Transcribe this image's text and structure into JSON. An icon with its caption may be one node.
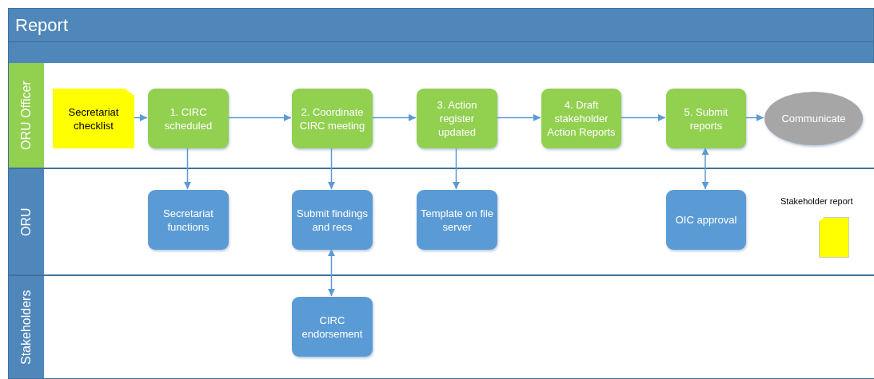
{
  "diagram": {
    "nodes": [
      {
        "text": [
          "Report"
        ]
      },
      {
        "text": [
          "ORU Officer"
        ],
        "in": 0
      },
      {
        "text": [
          "Secretariat checklist"
        ],
        "in": 1
      },
      {
        "text": [
          "1. CIRC scheduled"
        ],
        "in": 1
      },
      {
        "text": [
          "2. Coordinate CIRC meeting"
        ],
        "in": 1
      },
      {
        "text": [
          "3. Action register updated"
        ],
        "in": 1
      },
      {
        "text": [
          "4. Draft stakeholder Action Reports"
        ],
        "in": 1
      },
      {
        "text": [
          "5. Submit reports"
        ],
        "in": 1
      },
      {
        "text": [
          "Communicate"
        ],
        "in": 1
      },
      {
        "text": [
          "ORU"
        ],
        "in": 0
      },
      {
        "text": [
          "Secretariat functions"
        ],
        "in": 9
      },
      {
        "text": [
          "Submit findings and recs"
        ],
        "in": 9
      },
      {
        "text": [
          "Template on file server"
        ],
        "in": 9
      },
      {
        "text": [
          "OIC approval"
        ],
        "in": 9
      },
      {
        "text": [
          "Stakeholders"
        ],
        "in": 0
      },
      {
        "text": [
          "CIRC endorsement"
        ],
        "in": 14
      }
    ],
    "edges": [
      {
        "from": 2,
        "to": 3,
        "arrow": "to"
      },
      {
        "from": 3,
        "to": 4,
        "arrow": "to"
      },
      {
        "from": 4,
        "to": 5,
        "arrow": "to"
      },
      {
        "from": 5,
        "to": 6,
        "arrow": "to"
      },
      {
        "from": 6,
        "to": 7,
        "arrow": "to"
      },
      {
        "from": 7,
        "to": 8,
        "arrow": "to"
      },
      {
        "from": 3,
        "to": 10,
        "arrow": "to"
      },
      {
        "from": 4,
        "to": 11,
        "arrow": "to"
      },
      {
        "from": 5,
        "to": 12,
        "arrow": "to"
      },
      {
        "from": 7,
        "to": 13,
        "arrow": "both"
      },
      {
        "from": 11,
        "to": 15,
        "arrow": "both"
      }
    ],
    "legend": [
      {
        "text": "Stakeholder report",
        "color": "#ffff00"
      }
    ]
  }
}
